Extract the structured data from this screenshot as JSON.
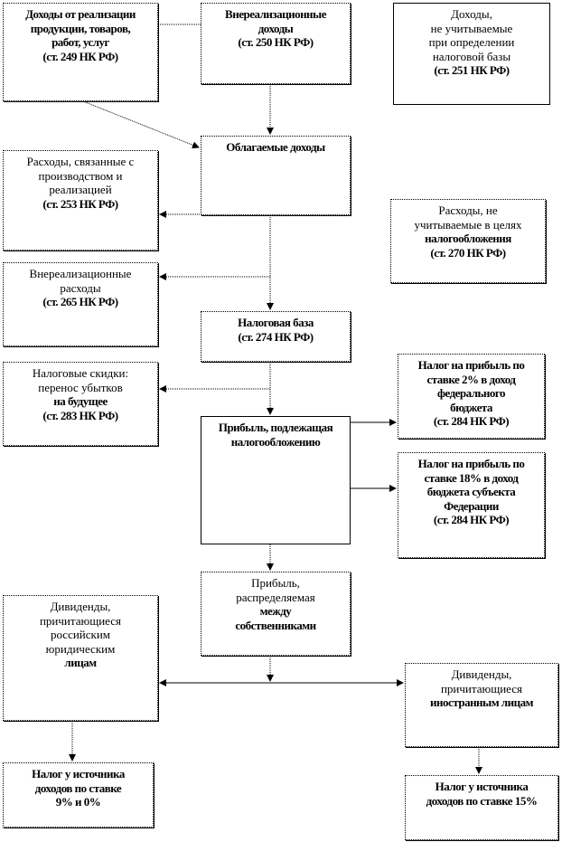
{
  "boxes": {
    "income_sales": {
      "lines": [
        "Доходы от реализации",
        "продукции,  товаров,",
        "работ, услуг",
        "(ст. 249 НК РФ)"
      ]
    },
    "nonsales_income": {
      "lines": [
        "Внереализационные",
        "доходы",
        "(ст. 250 НК РФ)"
      ]
    },
    "excluded_income": {
      "lines": [
        "Доходы,",
        "не учитываемые",
        "при определении",
        "налоговой базы",
        "(ст. 251 НК РФ)"
      ]
    },
    "taxable_income": {
      "lines": [
        "Облагаемые доходы"
      ]
    },
    "production_expenses": {
      "lines": [
        "Расходы, связанные с",
        "производством и",
        "реализацией",
        "(ст. 253 НК РФ)"
      ]
    },
    "excluded_expenses": {
      "lines": [
        "Расходы, не",
        "учитываемые в целях",
        "налогообложения",
        "(ст. 270 НК РФ)"
      ]
    },
    "nonsales_expenses": {
      "lines": [
        "Внереализационные",
        "расходы",
        "(ст. 265 НК РФ)"
      ]
    },
    "tax_base": {
      "lines": [
        "Налоговая база",
        "(ст. 274 НК РФ)"
      ]
    },
    "tax_deductions": {
      "lines": [
        "Налоговые скидки:",
        "перенос убытков",
        "на будущее",
        "(ст. 283 НК РФ)"
      ]
    },
    "tax_2": {
      "lines": [
        "Налог на прибыль по",
        "ставке 2% в доход",
        "федерального",
        "бюджета",
        "(ст. 284 НК РФ)"
      ]
    },
    "taxable_profit": {
      "lines": [
        "Прибыль, подлежащая",
        "налогообложению"
      ]
    },
    "tax_18": {
      "lines": [
        "Налог на прибыль по",
        "ставке 18% в доход",
        "бюджета субъекта",
        "Федерации",
        "(ст. 284 НК РФ)"
      ]
    },
    "distributed_profit": {
      "lines": [
        "Прибыль,",
        "распределяемая",
        "между",
        "собственниками"
      ]
    },
    "dividends_russian": {
      "lines": [
        "Дивиденды,",
        "причитающиеся",
        "российским",
        "юридическим",
        "лицам"
      ]
    },
    "dividends_foreign": {
      "lines": [
        "Дивиденды,",
        "причитающиеся",
        "иностранным лицам"
      ]
    },
    "tax_source_9": {
      "lines": [
        "Налог у источника",
        "доходов по ставке",
        "9% и 0%"
      ]
    },
    "tax_source_15": {
      "lines": [
        "Налог у источника",
        "доходов по ставке 15%"
      ]
    }
  }
}
